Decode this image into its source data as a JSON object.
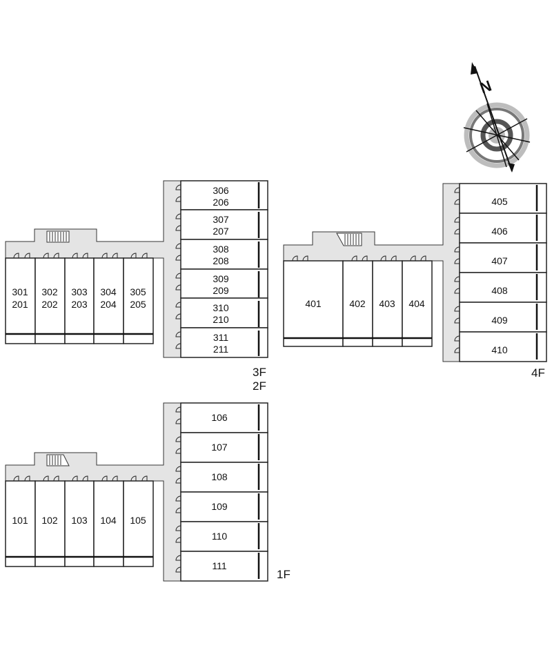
{
  "compass": {
    "north_label": "N",
    "icon": "compass-rose"
  },
  "floors": {
    "f23": {
      "label_top": "3F",
      "label_bottom": "2F",
      "west_units": [
        [
          "301",
          "201"
        ],
        [
          "302",
          "202"
        ],
        [
          "303",
          "203"
        ],
        [
          "304",
          "204"
        ],
        [
          "305",
          "205"
        ]
      ],
      "east_units": [
        [
          "306",
          "206"
        ],
        [
          "307",
          "207"
        ],
        [
          "308",
          "208"
        ],
        [
          "309",
          "209"
        ],
        [
          "310",
          "210"
        ],
        [
          "311",
          "211"
        ]
      ]
    },
    "f4": {
      "label": "4F",
      "west_units": [
        "401",
        "402",
        "403",
        "404"
      ],
      "east_units": [
        "405",
        "406",
        "407",
        "408",
        "409",
        "410"
      ]
    },
    "f1": {
      "label": "1F",
      "west_units": [
        "101",
        "102",
        "103",
        "104",
        "105"
      ],
      "east_units": [
        "106",
        "107",
        "108",
        "109",
        "110",
        "111"
      ]
    }
  }
}
